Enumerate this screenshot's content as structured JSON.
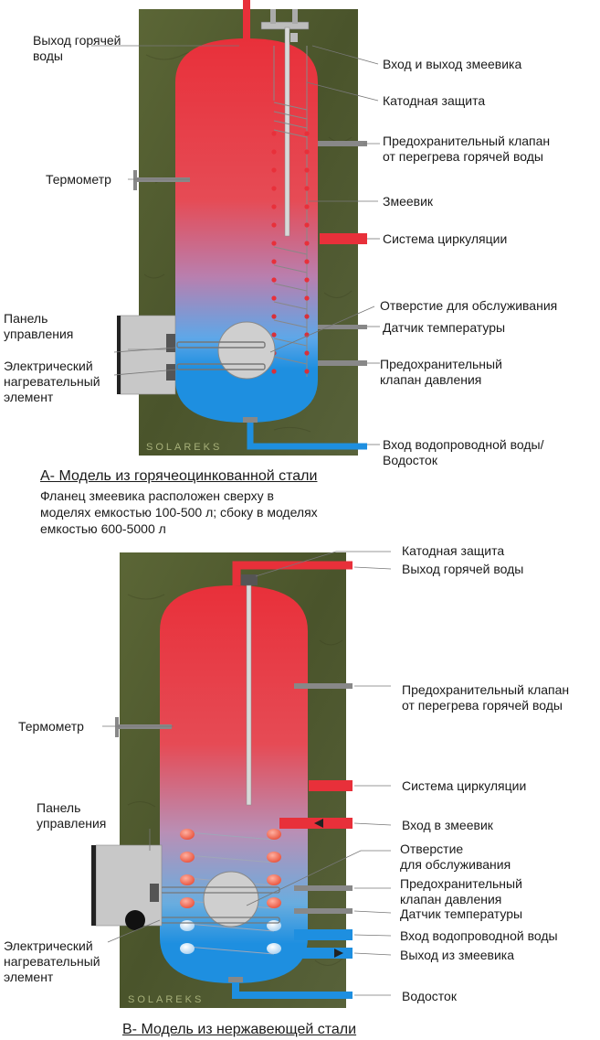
{
  "colors": {
    "hot": "#e8303a",
    "cold": "#1e8fe0",
    "insulation": "#4f5a2f",
    "pipe": "#888888",
    "panel": "#c8c8c8"
  },
  "brand": "SOLAREKS",
  "diagram_a": {
    "labels": {
      "hot_out": "Выход горячей\nводы",
      "coil_io": "Вход и выход змеевика",
      "cathodic": "Катодная защита",
      "relief_valve": "Предохранительный клапан\nот перегрева горячей воды",
      "thermometer": "Термометр",
      "coil": "Змеевик",
      "circulation": "Система циркуляции",
      "service_hole": "Отверстие для обслуживания",
      "control_panel": "Панель\nуправления",
      "temp_sensor": "Датчик температуры",
      "heater": "Электрический\nнагревательный\nэлемент",
      "pressure_valve": "Предохранительный\nклапан давления",
      "water_in": "Вход водопроводной воды/\nВодосток"
    },
    "title": "А- Модель из горячеоцинкованной стали",
    "note": "Фланец змеевика расположен сверху в\nмоделях емкостью 100-500 л; сбоку в моделях\nемкостью 600-5000 л"
  },
  "diagram_b": {
    "labels": {
      "cathodic": "Катодная защита",
      "hot_out": "Выход горячей воды",
      "relief_valve": "Предохранительный клапан\nот перегрева горячей воды",
      "thermometer": "Термометр",
      "circulation": "Система циркуляции",
      "coil_in": "Вход в змеевик",
      "control_panel": "Панель\nуправления",
      "service_hole": "Отверстие\nдля обслуживания",
      "pressure_valve": "Предохранительный\nклапан давления",
      "temp_sensor": "Датчик температуры",
      "heater": "Электрический\nнагревательный\nэлемент",
      "water_in": "Вход водопроводной воды",
      "coil_out": "Выход из змеевика",
      "drain": "Водосток"
    },
    "title": "В- Модель из нержавеющей стали"
  }
}
